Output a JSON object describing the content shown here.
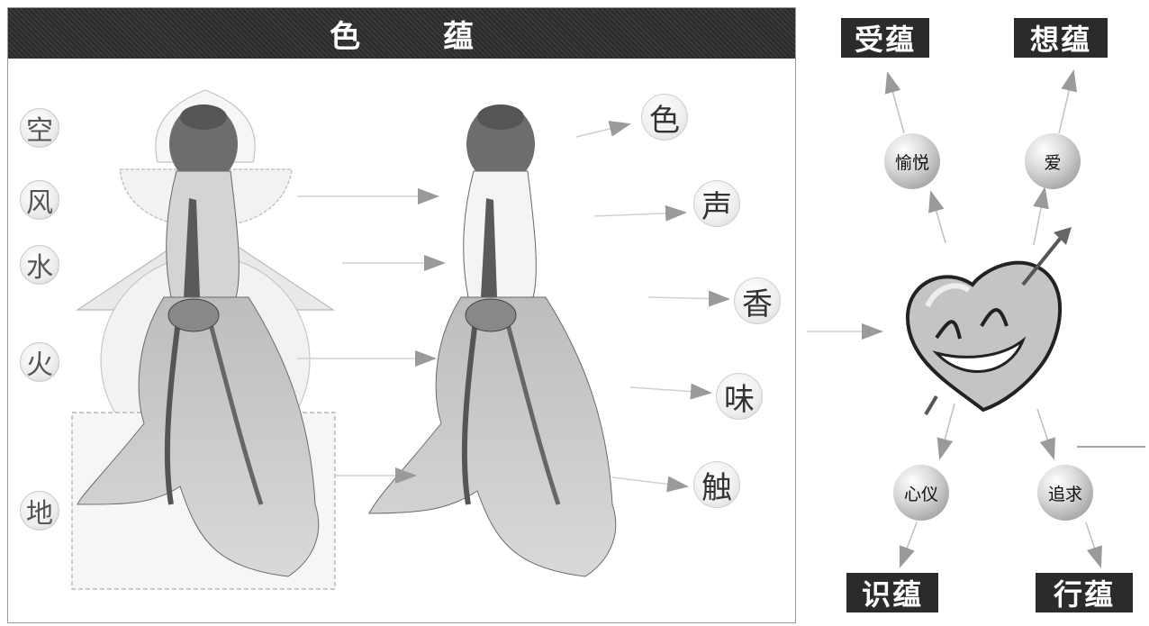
{
  "title": "色 蕴",
  "elements": [
    "空",
    "风",
    "水",
    "火",
    "地"
  ],
  "senses": [
    "色",
    "声",
    "香",
    "味",
    "触"
  ],
  "skandhas": {
    "feeling": "受蕴",
    "perception": "想蕴",
    "consciousness": "识蕴",
    "formation": "行蕴"
  },
  "emotions": {
    "pleasure": "愉悦",
    "love": "爱",
    "mind_form": "心仪",
    "pursuit": "追求"
  },
  "icons": {
    "figure_left": "seated-woman-back-view-icon",
    "figure_right": "seated-woman-back-view-icon",
    "heart": "smiling-heart-with-arrow-icon"
  },
  "colors": {
    "title_bg": "#2b2b2b",
    "box_bg": "#2b2b2b",
    "arrow": "#9a9a9a"
  }
}
